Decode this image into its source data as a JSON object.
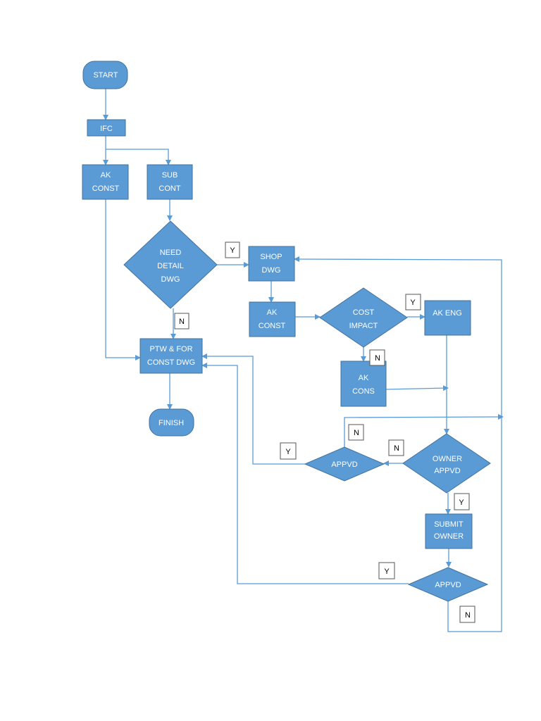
{
  "colors": {
    "shape_fill": "#5b9bd5",
    "shape_border": "#41719c",
    "connector": "#5b9bd5"
  },
  "nodes": {
    "start": {
      "lines": [
        "START"
      ]
    },
    "ifc": {
      "lines": [
        "IFC"
      ]
    },
    "ak_const_1": {
      "lines": [
        "AK",
        "CONST"
      ]
    },
    "sub_cont": {
      "lines": [
        "SUB",
        "CONT"
      ]
    },
    "need_detail_dwg": {
      "lines": [
        "NEED",
        "DETAIL",
        "DWG"
      ]
    },
    "shop_dwg": {
      "lines": [
        "SHOP",
        "DWG"
      ]
    },
    "ak_const_2": {
      "lines": [
        "AK",
        "CONST"
      ]
    },
    "cost_impact": {
      "lines": [
        "COST",
        "IMPACT"
      ]
    },
    "ak_eng": {
      "lines": [
        "AK ENG"
      ]
    },
    "ak_cons": {
      "lines": [
        "AK",
        "CONS"
      ]
    },
    "ptw_const_dwg": {
      "lines": [
        "PTW & FOR",
        "CONST DWG"
      ]
    },
    "finish": {
      "lines": [
        "FINISH"
      ]
    },
    "appvd_1": {
      "lines": [
        "APPVD"
      ]
    },
    "owner_appvd": {
      "lines": [
        "OWNER",
        "APPVD"
      ]
    },
    "submit_owner": {
      "lines": [
        "SUBMIT",
        "OWNER"
      ]
    },
    "appvd_2": {
      "lines": [
        "APPVD"
      ]
    }
  },
  "edge_labels": [
    "Y",
    "N",
    "Y",
    "N",
    "N",
    "N",
    "Y",
    "Y",
    "Y",
    "N"
  ]
}
